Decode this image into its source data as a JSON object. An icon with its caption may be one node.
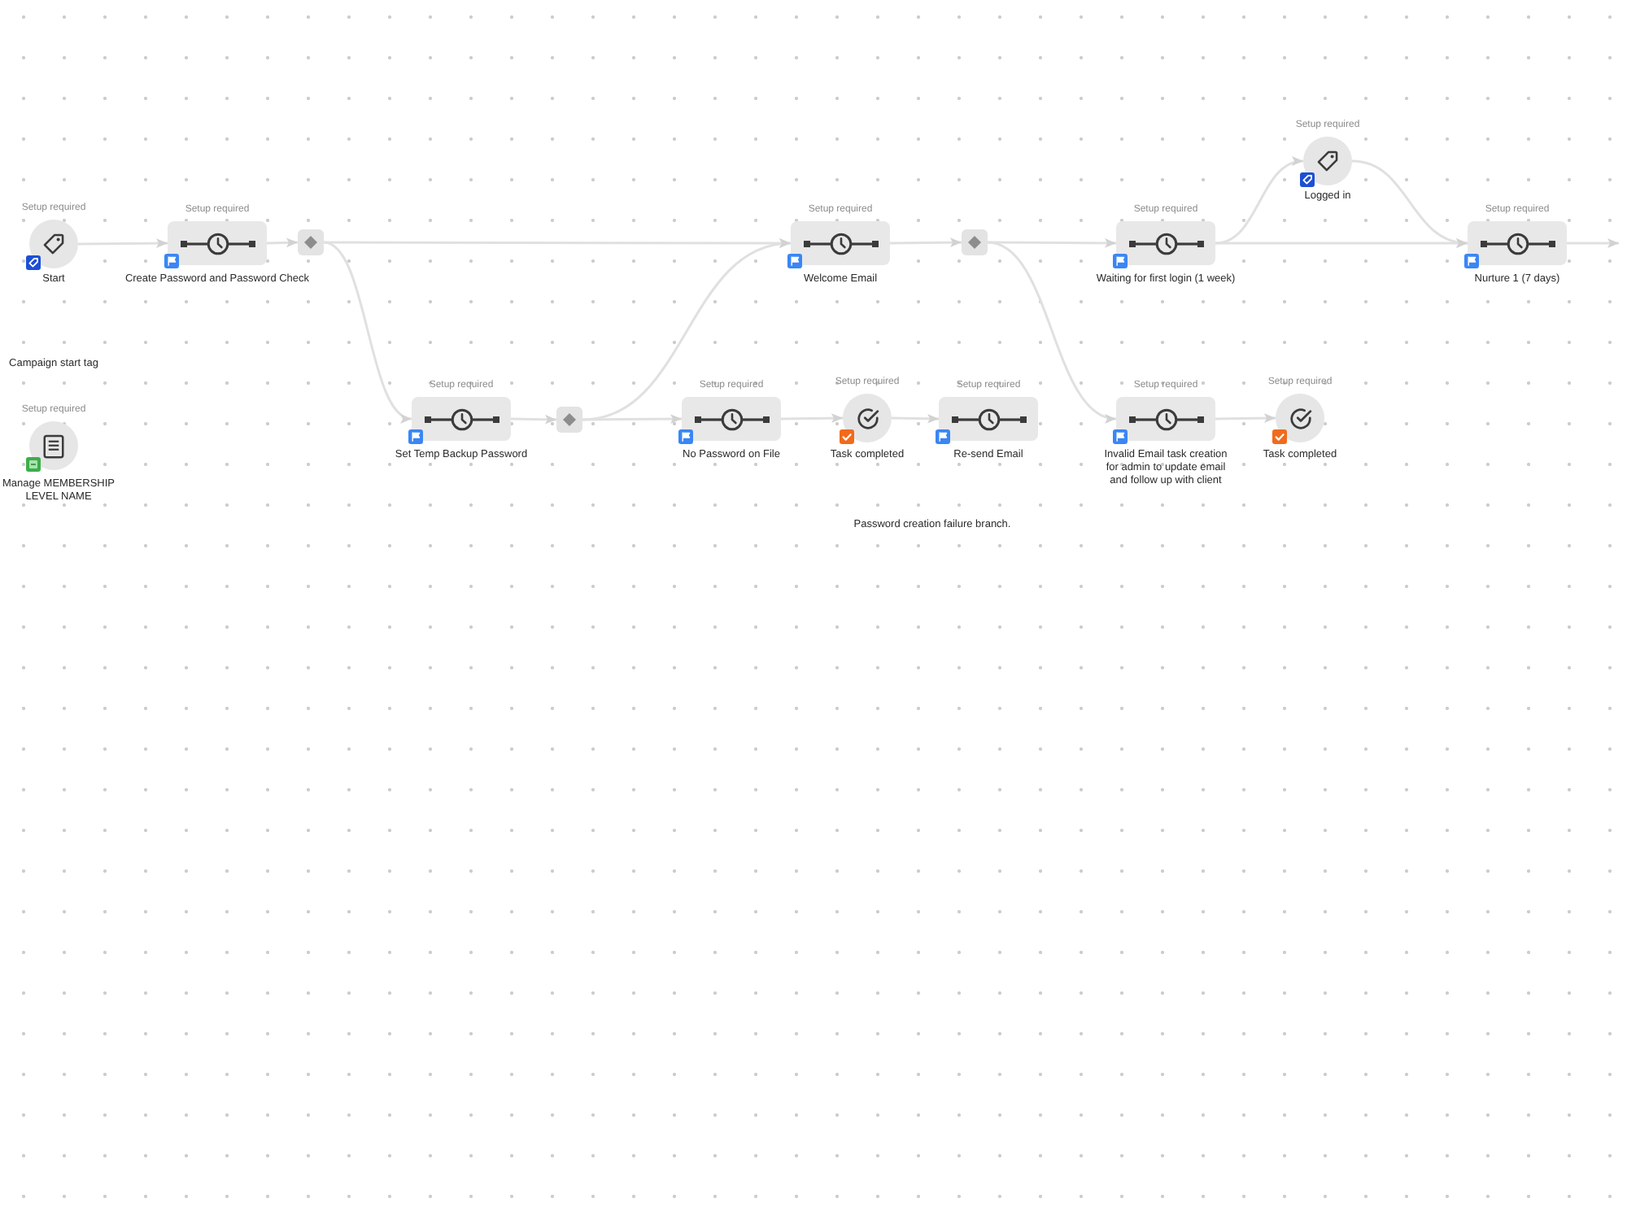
{
  "diagram": {
    "nodes": [
      {
        "text": [
          "Setup required",
          "Start"
        ]
      },
      {
        "text": [
          "Setup required",
          "Create Password and Password Check"
        ]
      },
      {
        "text": [],
        "shape": "diamond"
      },
      {
        "text": [
          "Setup required",
          "Set Temp Backup Password"
        ]
      },
      {
        "text": [],
        "shape": "diamond"
      },
      {
        "text": [
          "Setup required",
          "Welcome Email"
        ]
      },
      {
        "text": [],
        "shape": "diamond"
      },
      {
        "text": [
          "Setup required",
          "No Password on File"
        ]
      },
      {
        "text": [
          "Setup required",
          "Task completed"
        ]
      },
      {
        "text": [
          "Setup required",
          "Re-send Email"
        ]
      },
      {
        "text": [
          "Setup required",
          "Waiting for first login (1 week)"
        ]
      },
      {
        "text": [
          "Setup required",
          "Logged in"
        ]
      },
      {
        "text": [
          "Setup required",
          "Invalid Email task creation for admin to update email and follow up with client"
        ]
      },
      {
        "text": [
          "Setup required",
          "Task completed"
        ]
      },
      {
        "text": [
          "Setup required",
          "Nurture 1 (7 days)"
        ]
      },
      {
        "text": [
          "Setup required",
          "Manage MEMBERSHIP LEVEL NAME"
        ]
      }
    ],
    "edges": [
      {
        "from": 0,
        "to": 1,
        "arrow": "to"
      },
      {
        "from": 1,
        "to": 2,
        "arrow": "to"
      },
      {
        "from": 2,
        "to": 5,
        "arrow": "to"
      },
      {
        "from": 2,
        "to": 3,
        "arrow": "to"
      },
      {
        "from": 3,
        "to": 4,
        "arrow": "to"
      },
      {
        "from": 4,
        "to": 5,
        "arrow": "to"
      },
      {
        "from": 4,
        "to": 7,
        "arrow": "to"
      },
      {
        "from": 7,
        "to": 8,
        "arrow": "to"
      },
      {
        "from": 8,
        "to": 9,
        "arrow": "to"
      },
      {
        "from": 5,
        "to": 6,
        "arrow": "to"
      },
      {
        "from": 6,
        "to": 10,
        "arrow": "to"
      },
      {
        "from": 6,
        "to": 12,
        "arrow": "to"
      },
      {
        "from": 10,
        "to": 11,
        "arrow": "to"
      },
      {
        "from": 11,
        "to": 14,
        "arrow": "to"
      },
      {
        "from": 10,
        "to": 14,
        "arrow": "to"
      },
      {
        "from": 12,
        "to": 13,
        "arrow": "to"
      },
      {
        "from": 14,
        "to": null,
        "arrow": "to"
      }
    ],
    "labels": [
      "Campaign start tag",
      "Password creation failure branch."
    ]
  }
}
